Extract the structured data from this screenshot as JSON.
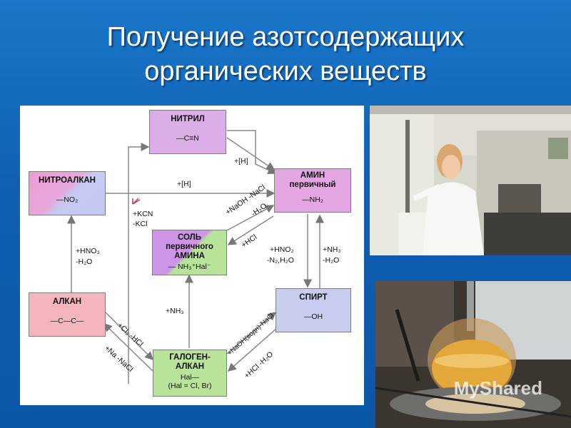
{
  "slide": {
    "title_line1": "Получение азотсодержащих",
    "title_line2": "органических веществ"
  },
  "diagram": {
    "boxes": {
      "nitrile": {
        "title": "НИТРИЛ",
        "formula": "—C≡N"
      },
      "nitroalkane": {
        "title": "НИТРОАЛКАН",
        "formula": "—NO₂"
      },
      "amine": {
        "title": "АМИН",
        "subtitle": "первичный",
        "formula": "—NH₂"
      },
      "salt": {
        "title1": "СОЛЬ",
        "title2": "первичного",
        "title3": "АМИНА",
        "formula": "— NH₃⁺Hal⁻"
      },
      "alkane": {
        "title": "АЛКАН",
        "formula": "—C—C—"
      },
      "alcohol": {
        "title": "СПИРТ",
        "formula": "—OH"
      },
      "haloalkane": {
        "title1": "ГАЛОГЕН-",
        "title2": "АЛКАН",
        "formula": "Hal—",
        "note": "(Hal = Cl, Br)"
      }
    },
    "labels": {
      "h_nitrile_amine": "+[H]",
      "h_nitro_amine": "+[H]",
      "kcn": "+KCN",
      "kcl": "-KCl",
      "hno3": "+HNO₃",
      "h2o_nitration": "-H₂O",
      "naoh_salt": "+NaOH -NaCl",
      "h2o_salt": "-H₂O",
      "hcl_amine": "+HCl",
      "hno2": "+HNO₂",
      "n2_h2o": "-N₂,H₂O",
      "nh3_alcohol": "+NH₃",
      "h2o_alcohol": "-H₂O",
      "nh3_salt": "+NH₃",
      "cl2_hcl": "+Cl₂ -HCl",
      "na_nacl": "+Na -NaCl",
      "naoh_aq": "+NaOH(водн)-NaCl",
      "hcl_h2o": "+HCl -H₂O"
    }
  },
  "photos": {
    "top": "lab-technician-photo",
    "bottom": "round-bottom-flask-photo"
  },
  "watermark": "MyShared",
  "colors": {
    "background": "#1265b9",
    "pink": "#e9a8d9",
    "lilac": "#c9a6ee",
    "blue": "#c7cdf0",
    "green": "#b9e39a",
    "salmon": "#f3b7ba"
  }
}
